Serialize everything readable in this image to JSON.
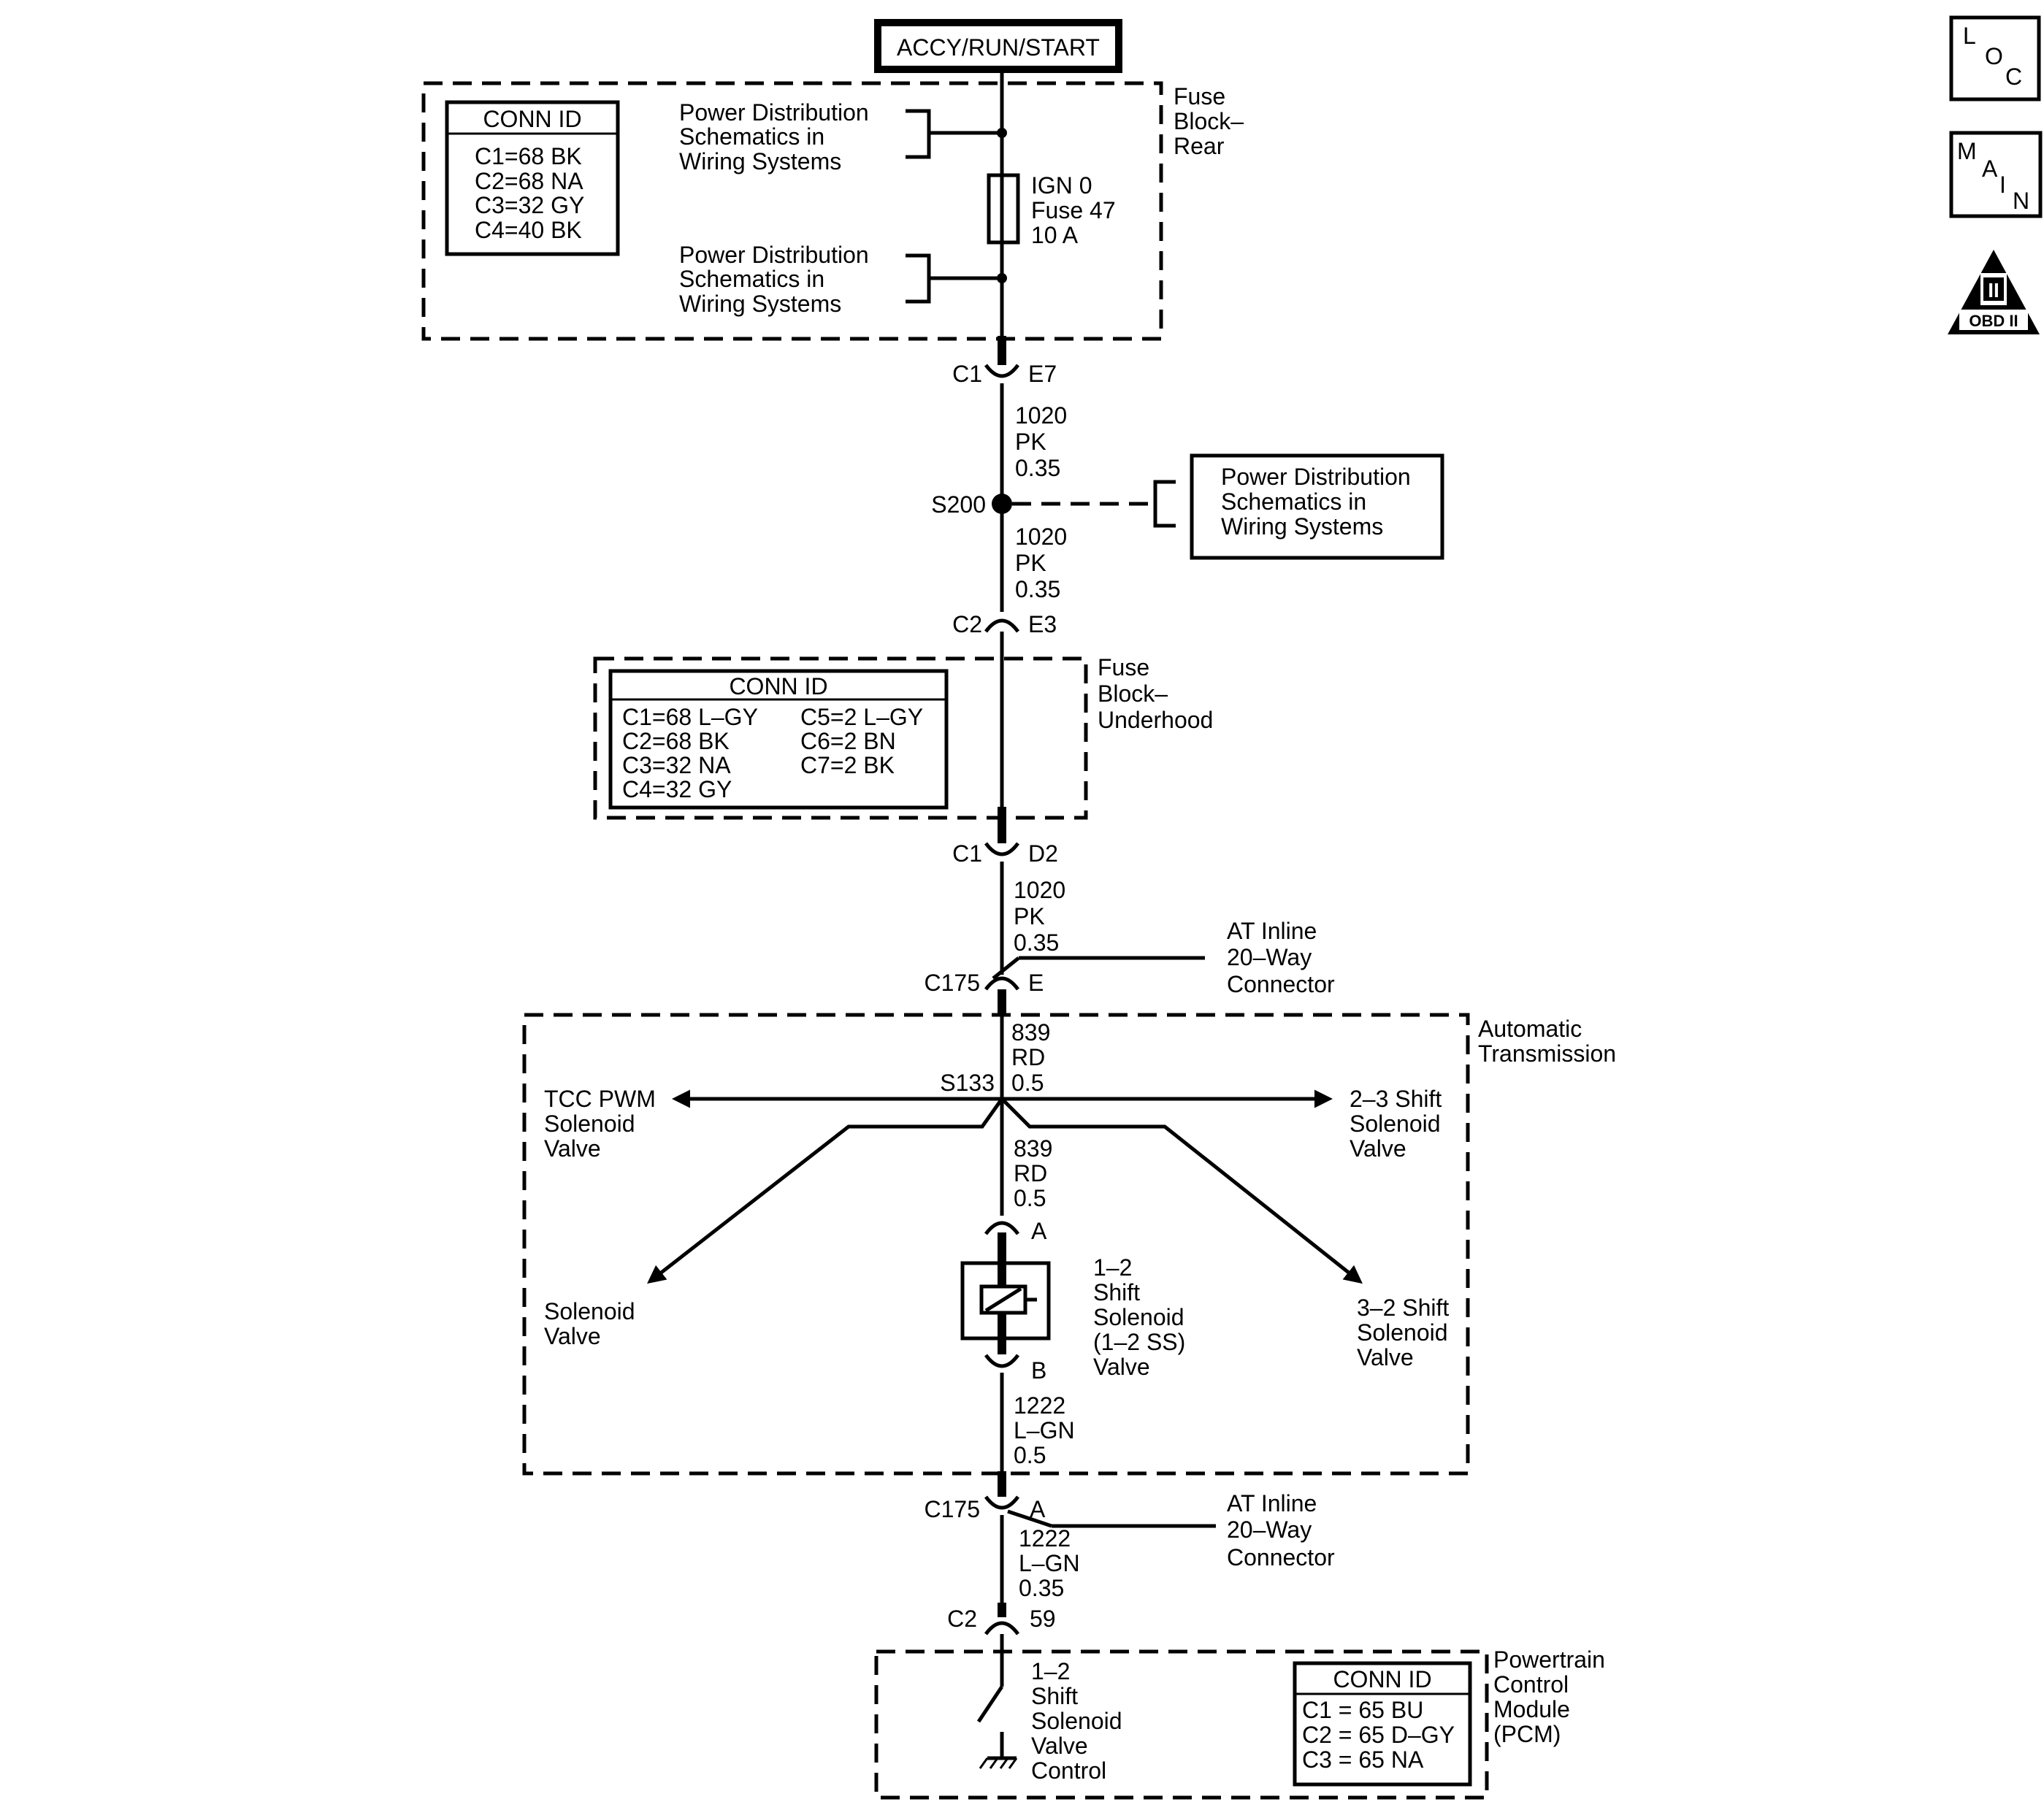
{
  "power_source": {
    "label": "ACCY/RUN/START"
  },
  "nav_icons": {
    "loc": {
      "letters": [
        "L",
        "O",
        "C"
      ]
    },
    "main": {
      "letters": [
        "M",
        "A",
        "I",
        "N"
      ]
    },
    "obd": {
      "numeral": "II",
      "label": "OBD II"
    }
  },
  "fuse_block_rear": {
    "title_lines": [
      "Fuse",
      "Block–",
      "Rear"
    ],
    "conn_id": {
      "header": "CONN ID",
      "lines": [
        "C1=68 BK",
        "C2=68 NA",
        "C3=32 GY",
        "C4=40 BK"
      ]
    },
    "pd_ref_top": [
      "Power Distribution",
      "Schematics in",
      "Wiring Systems"
    ],
    "pd_ref_bottom": [
      "Power Distribution",
      "Schematics in",
      "Wiring Systems"
    ],
    "fuse_lines": [
      "IGN 0",
      "Fuse 47",
      "10 A"
    ]
  },
  "conn_c1_e7": {
    "left": "C1",
    "right": "E7"
  },
  "wire_1020_a": [
    "1020",
    "PK",
    "0.35"
  ],
  "splice_s200": {
    "label": "S200",
    "ref": [
      "Power Distribution",
      "Schematics in",
      "Wiring Systems"
    ]
  },
  "wire_1020_b": [
    "1020",
    "PK",
    "0.35"
  ],
  "conn_c2_e3": {
    "left": "C2",
    "right": "E3"
  },
  "fuse_block_underhood": {
    "title_lines": [
      "Fuse",
      "Block–",
      "Underhood"
    ],
    "conn_id": {
      "header": "CONN ID",
      "col1": [
        "C1=68 L–GY",
        "C2=68 BK",
        "C3=32 NA",
        "C4=32 GY"
      ],
      "col2": [
        "C5=2 L–GY",
        "C6=2 BN",
        "C7=2 BK"
      ]
    }
  },
  "conn_c1_d2": {
    "left": "C1",
    "right": "D2"
  },
  "wire_1020_c": [
    "1020",
    "PK",
    "0.35"
  ],
  "conn_c175_e": {
    "left": "C175",
    "right": "E",
    "ref": [
      "AT Inline",
      "20–Way",
      "Connector"
    ]
  },
  "automatic_transmission": {
    "title_lines": [
      "Automatic",
      "Transmission"
    ],
    "wire_839_a": [
      "839",
      "RD",
      "0.5"
    ],
    "splice_s133": "S133",
    "tcc_pwm": [
      "TCC PWM",
      "Solenoid",
      "Valve"
    ],
    "shift_2_3": [
      "2–3 Shift",
      "Solenoid",
      "Valve"
    ],
    "solenoid_valve": [
      "Solenoid",
      "Valve"
    ],
    "shift_3_2": [
      "3–2 Shift",
      "Solenoid",
      "Valve"
    ],
    "wire_839_b": [
      "839",
      "RD",
      "0.5"
    ],
    "pin_a": "A",
    "solenoid_1_2": [
      "1–2",
      "Shift",
      "Solenoid",
      "(1–2 SS)",
      "Valve"
    ],
    "pin_b": "B",
    "wire_1222_a": [
      "1222",
      "L–GN",
      "0.5"
    ]
  },
  "conn_c175_a": {
    "left": "C175",
    "right": "A",
    "ref": [
      "AT Inline",
      "20–Way",
      "Connector"
    ]
  },
  "wire_1222_b": [
    "1222",
    "L–GN",
    "0.35"
  ],
  "conn_c2_59": {
    "left": "C2",
    "right": "59"
  },
  "pcm": {
    "title_lines": [
      "Powertrain",
      "Control",
      "Module",
      "(PCM)"
    ],
    "control_lines": [
      "1–2",
      "Shift",
      "Solenoid",
      "Valve",
      "Control"
    ],
    "conn_id": {
      "header": "CONN ID",
      "lines": [
        "C1 = 65 BU",
        "C2 = 65 D–GY",
        "C3 = 65 NA"
      ]
    }
  }
}
